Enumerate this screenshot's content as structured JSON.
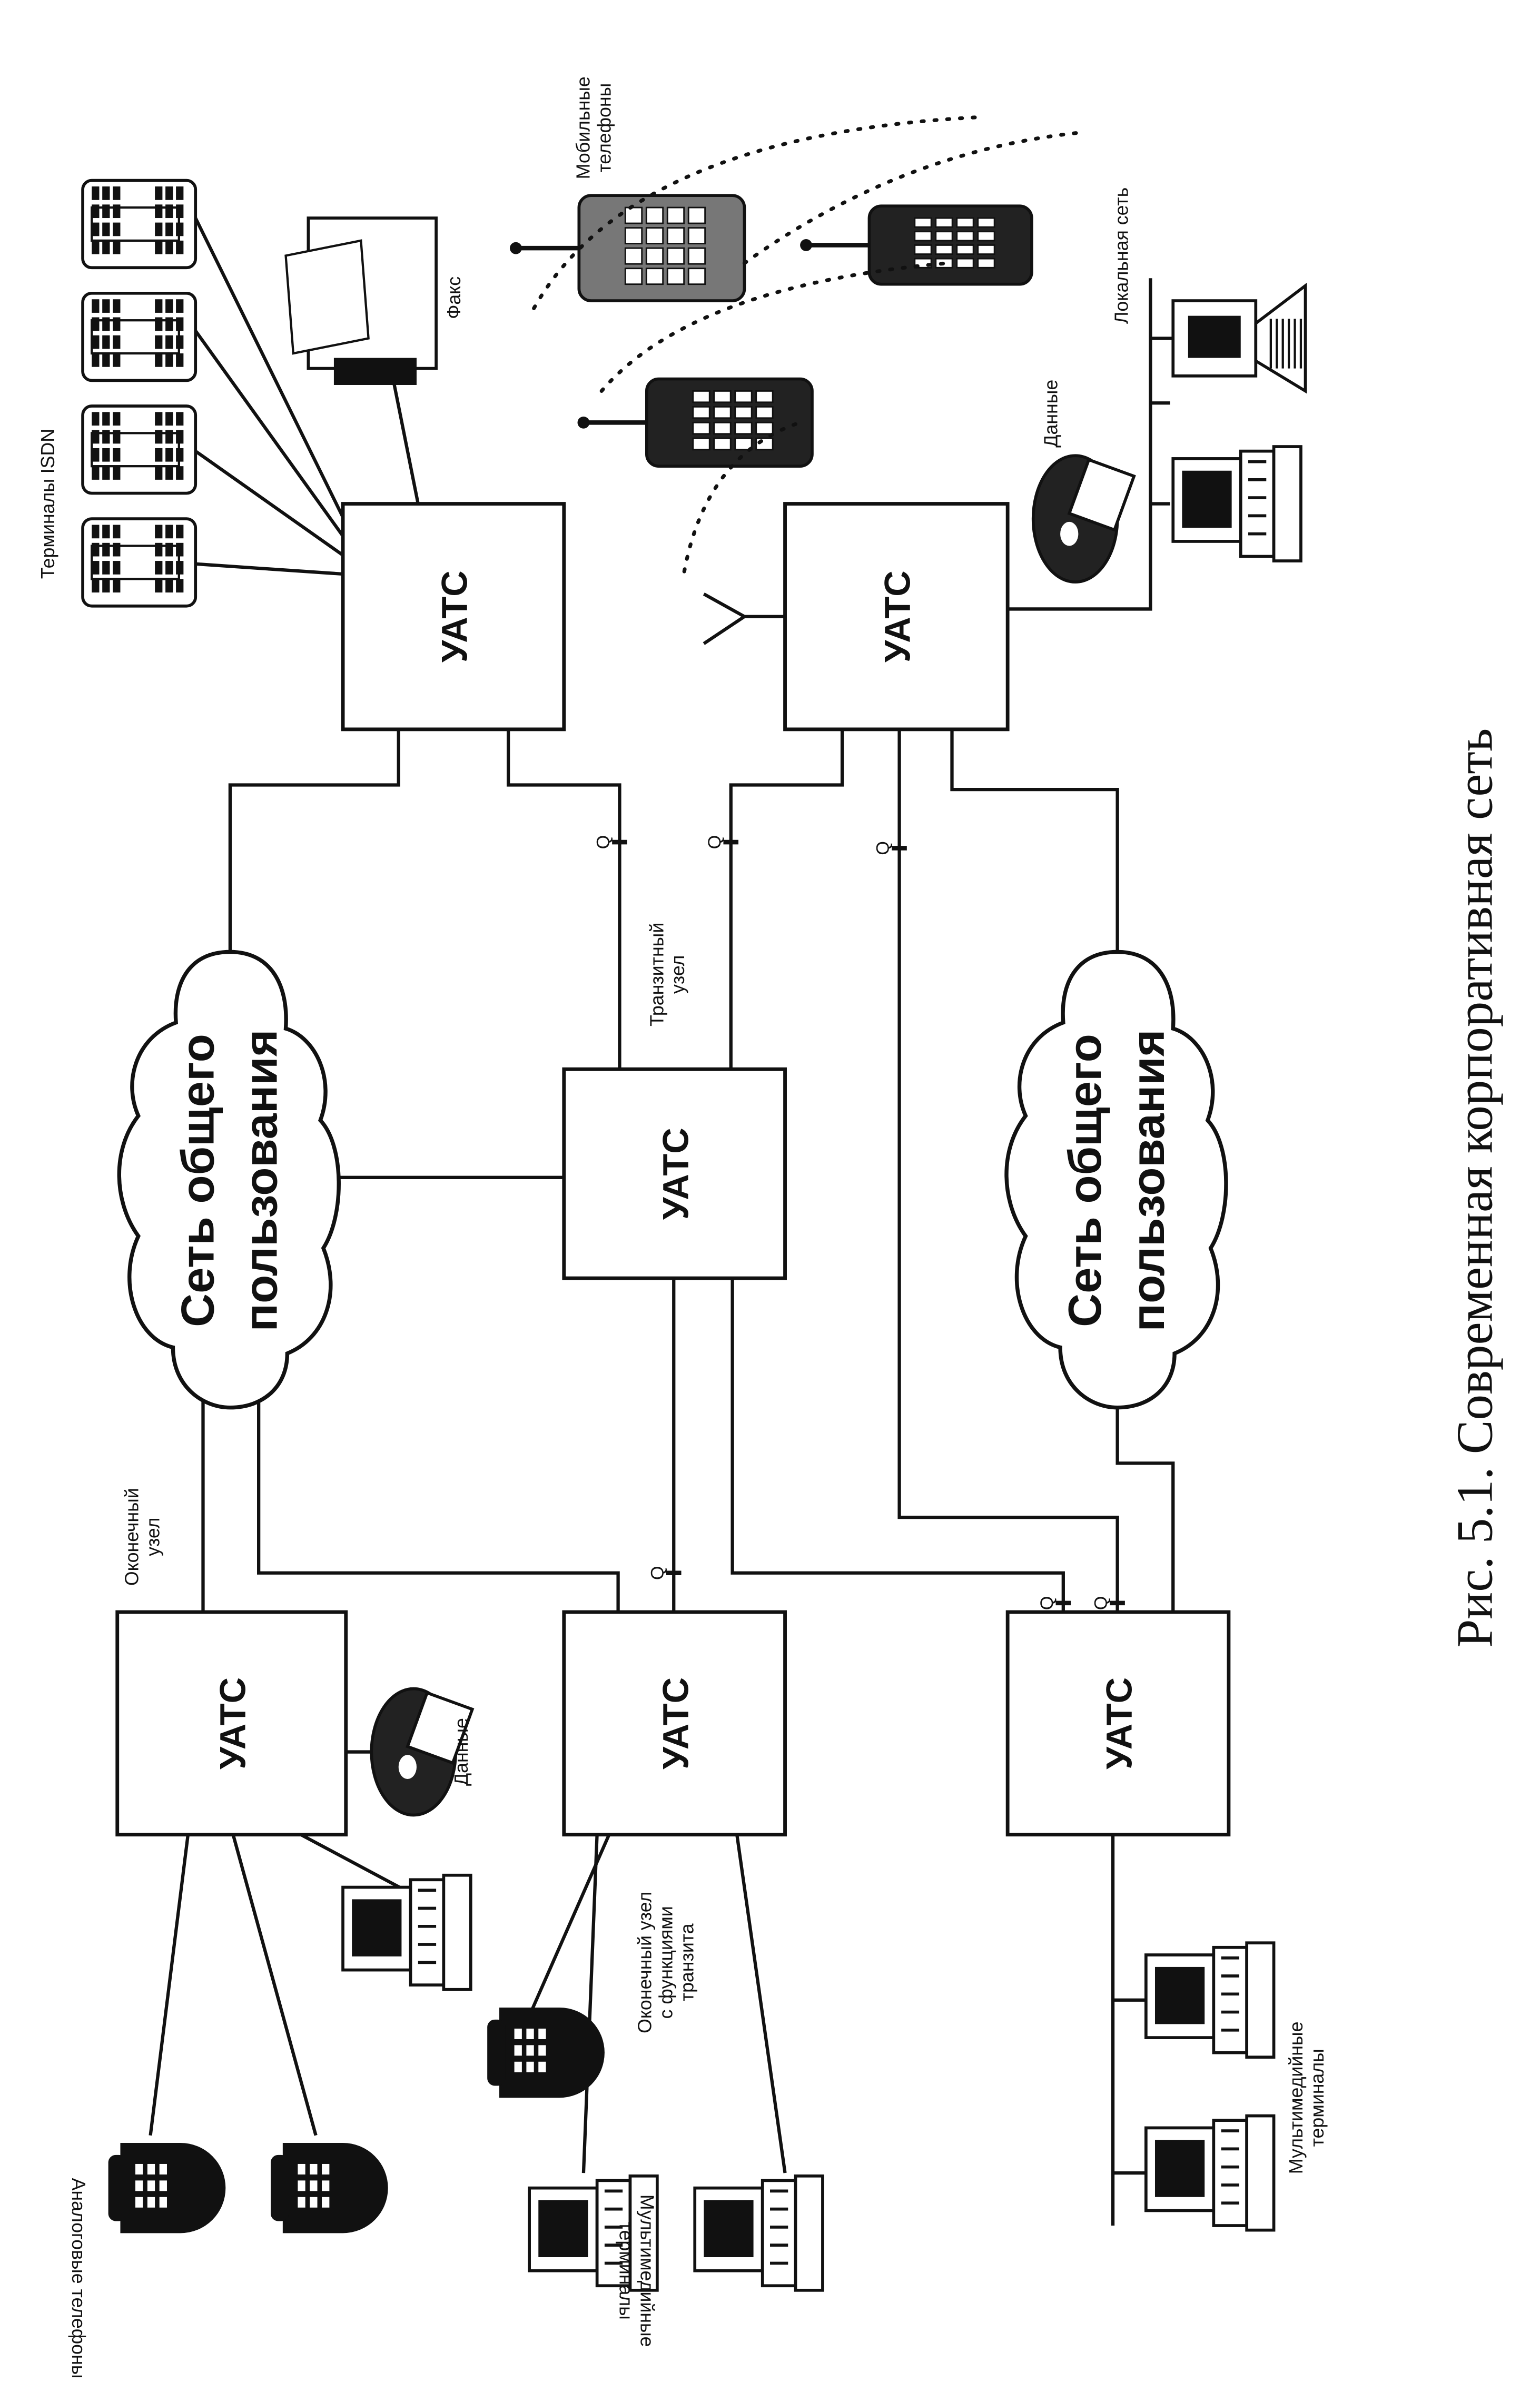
{
  "node_label": "УАТС",
  "cloud": {
    "line1": "Сеть общего",
    "line2": "пользования"
  },
  "q_label": "Q",
  "labels": {
    "isdn_terminals": "Терминалы ISDN",
    "fax": "Факс",
    "mobile_line1": "Мобильные",
    "mobile_line2": "телефоны",
    "local_network": "Локальная сеть",
    "data_top": "Данные",
    "transit_line1": "Транзитный",
    "transit_line2": "узел",
    "terminal_line1": "Оконечный",
    "terminal_line2": "узел",
    "data_left": "Данные",
    "terminal_transit_line1": "Оконечный узел",
    "terminal_transit_line2": "с функциями",
    "terminal_transit_line3": "транзита",
    "multimedia_right_line1": "Мультимедийные",
    "multimedia_right_line2": "терминалы",
    "analog_phones": "Аналоговые телефоны",
    "multimedia_bottom_line1": "Мультимедийные",
    "multimedia_bottom_line2": "терминалы"
  },
  "caption": "Рис. 5.1. Современная корпоративная сеть"
}
